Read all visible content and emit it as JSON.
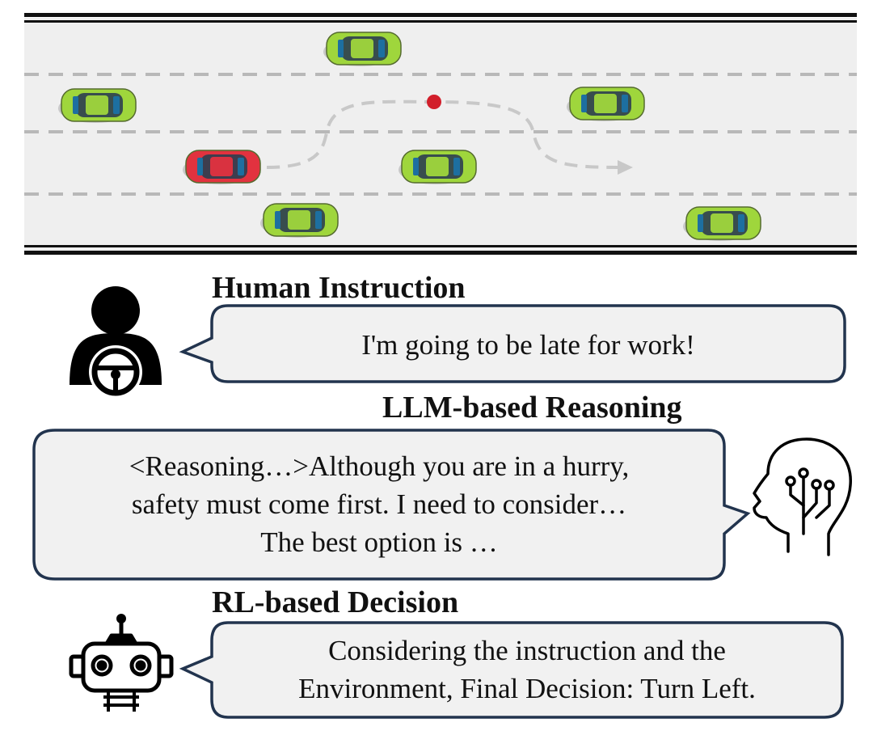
{
  "sections": {
    "human": {
      "title": "Human Instruction",
      "text": "I'm going to be late for work!"
    },
    "llm": {
      "title": "LLM-based Reasoning",
      "lines": [
        "<Reasoning…>Although you are in a hurry,",
        "safety must come first. I need to consider…",
        "The best option is …"
      ]
    },
    "rl": {
      "title": "RL-based Decision",
      "lines": [
        "Considering the instruction and the",
        "Environment, Final Decision: Turn Left."
      ]
    }
  },
  "colors": {
    "road": "#efefef",
    "lane_marking": "#b8b8b8",
    "road_edge": "#111111",
    "ego_car": "#e2323f",
    "other_car": "#9fd63c",
    "trajectory": "#c8c8c8",
    "waypoint": "#d21f2b",
    "bubble_fill": "#f1f1f1",
    "bubble_stroke": "#22344e"
  },
  "icons": {
    "driver": "person-steering-wheel-icon",
    "llm": "brain-circuit-head-icon",
    "rl": "robot-icon"
  }
}
